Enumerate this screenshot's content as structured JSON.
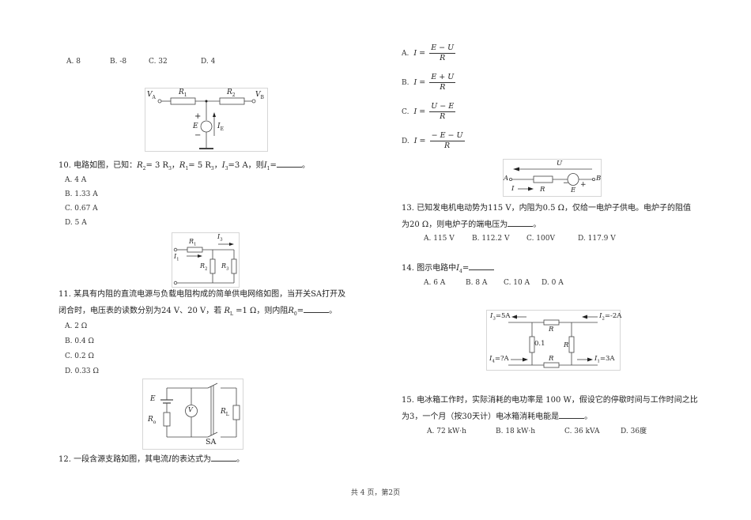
{
  "left_column": {
    "q9_options": [
      "A. 8",
      "B. -8",
      "C. 32",
      "D. 4"
    ],
    "fig9": {
      "VA": "V",
      "VA_sub": "A",
      "VB": "V",
      "VB_sub": "B",
      "R1": "R",
      "R1_sub": "1",
      "R2": "R",
      "R2_sub": "2",
      "E": "E",
      "IE": "I",
      "IE_sub": "E",
      "plus": "+",
      "minus": "−"
    },
    "q10": {
      "prefix": "10. 电路如图，已知：",
      "text": "R2= 3 R3，R1= 5 R3，I3=3 A，则I1=",
      "parts": [
        "R",
        "2",
        "= 3 R",
        "3",
        "，",
        "R",
        "1",
        "= 5 R",
        "3",
        "，",
        "I",
        "3",
        "=3 A，则",
        "I",
        "1",
        "=",
        "。"
      ],
      "options": [
        "A. 4 A",
        "B. 1.33 A",
        "C. 0.67 A",
        "D. 5 A"
      ]
    },
    "fig10": {
      "R1": "R",
      "R1_sub": "1",
      "R2": "R",
      "R2_sub": "2",
      "R3": "R",
      "R3_sub": "3",
      "I1": "I",
      "I1_sub": "1",
      "I3": "I",
      "I3_sub": "3"
    },
    "q11": {
      "line1": "11. 某具有内阻的直流电源与负载电阻构成的简单供电网络如图，当开关SA打开及",
      "line2_a": "闭合时，电压表的读数分别为24 V、20 V，若 ",
      "RL": "R",
      "RL_sub": "L",
      "line2_b": " =1 Ω，则内阻",
      "R0": "R",
      "R0_sub": "0",
      "line2_c": "=",
      "line2_d": "。",
      "options": [
        "A. 2 Ω",
        "B. 0.4 Ω",
        "C. 0.2 Ω",
        "D. 0.33 Ω"
      ]
    },
    "fig11": {
      "E": "E",
      "R0": "R",
      "R0_sub": "o",
      "V": "V",
      "RL": "R",
      "RL_sub": "L",
      "SA": "SA"
    },
    "q12": {
      "text_a": "12. 一段含源支路如图，其电流",
      "I": "I",
      "text_b": "的表达式为",
      "text_c": "。"
    }
  },
  "right_column": {
    "q12_options": [
      {
        "label": "A.",
        "lhs": "I =",
        "num": "E − U",
        "den": "R"
      },
      {
        "label": "B.",
        "lhs": "I =",
        "num": "E + U",
        "den": "R"
      },
      {
        "label": "C.",
        "lhs": "I =",
        "num": "U − E",
        "den": "R"
      },
      {
        "label": "D.",
        "lhs": "I =",
        "num": "− E − U",
        "den": "R"
      }
    ],
    "fig12": {
      "U": "U",
      "A": "A",
      "B": "B",
      "I": "I",
      "R": "R",
      "E": "E",
      "minus": "−",
      "plus": "+"
    },
    "q13": {
      "line1": "13. 已知发电机电动势为115 V，内阻为0.5 Ω，仅给一电炉子供电。电炉子的阻值",
      "line2_a": "为20 Ω，则电炉子的端电压为",
      "line2_b": "。",
      "options": [
        "A. 115 V",
        "B. 112.2 V",
        "C. 100V",
        "D. 117.9 V"
      ]
    },
    "q14": {
      "text_a": "14. 图示电路中",
      "I": "I",
      "I_sub": "4",
      "text_b": "=",
      "options": [
        "A. 6 A",
        "B. 8 A",
        "C. 10 A",
        "D. 0 A"
      ]
    },
    "fig14": {
      "I3": "I",
      "I3_sub": "3",
      "I3_val": "=5A",
      "I2": "I",
      "I2_sub": "2",
      "I2_val": "=-2A",
      "I4": "I",
      "I4_sub": "4",
      "I4_val": "=?A",
      "I1": "I",
      "I1_sub": "1",
      "I1_val": "=3A",
      "R_top": "R",
      "R_right": "R",
      "R_bottom": "R",
      "R_left": "0.1"
    },
    "q15": {
      "line1": "15. 电冰箱工作时，实际消耗的电功率是 100 W，假设它的停歇时间与工作时间之比",
      "line2_a": "为3，一个月（按30天计）电冰箱消耗电能是",
      "line2_b": "。",
      "options": [
        "A. 72 kW·h",
        "B. 18 kW·h",
        "C. 36 kVA",
        "D. 36度"
      ]
    }
  },
  "footer": {
    "page_info": "共 4 页，第2页"
  }
}
